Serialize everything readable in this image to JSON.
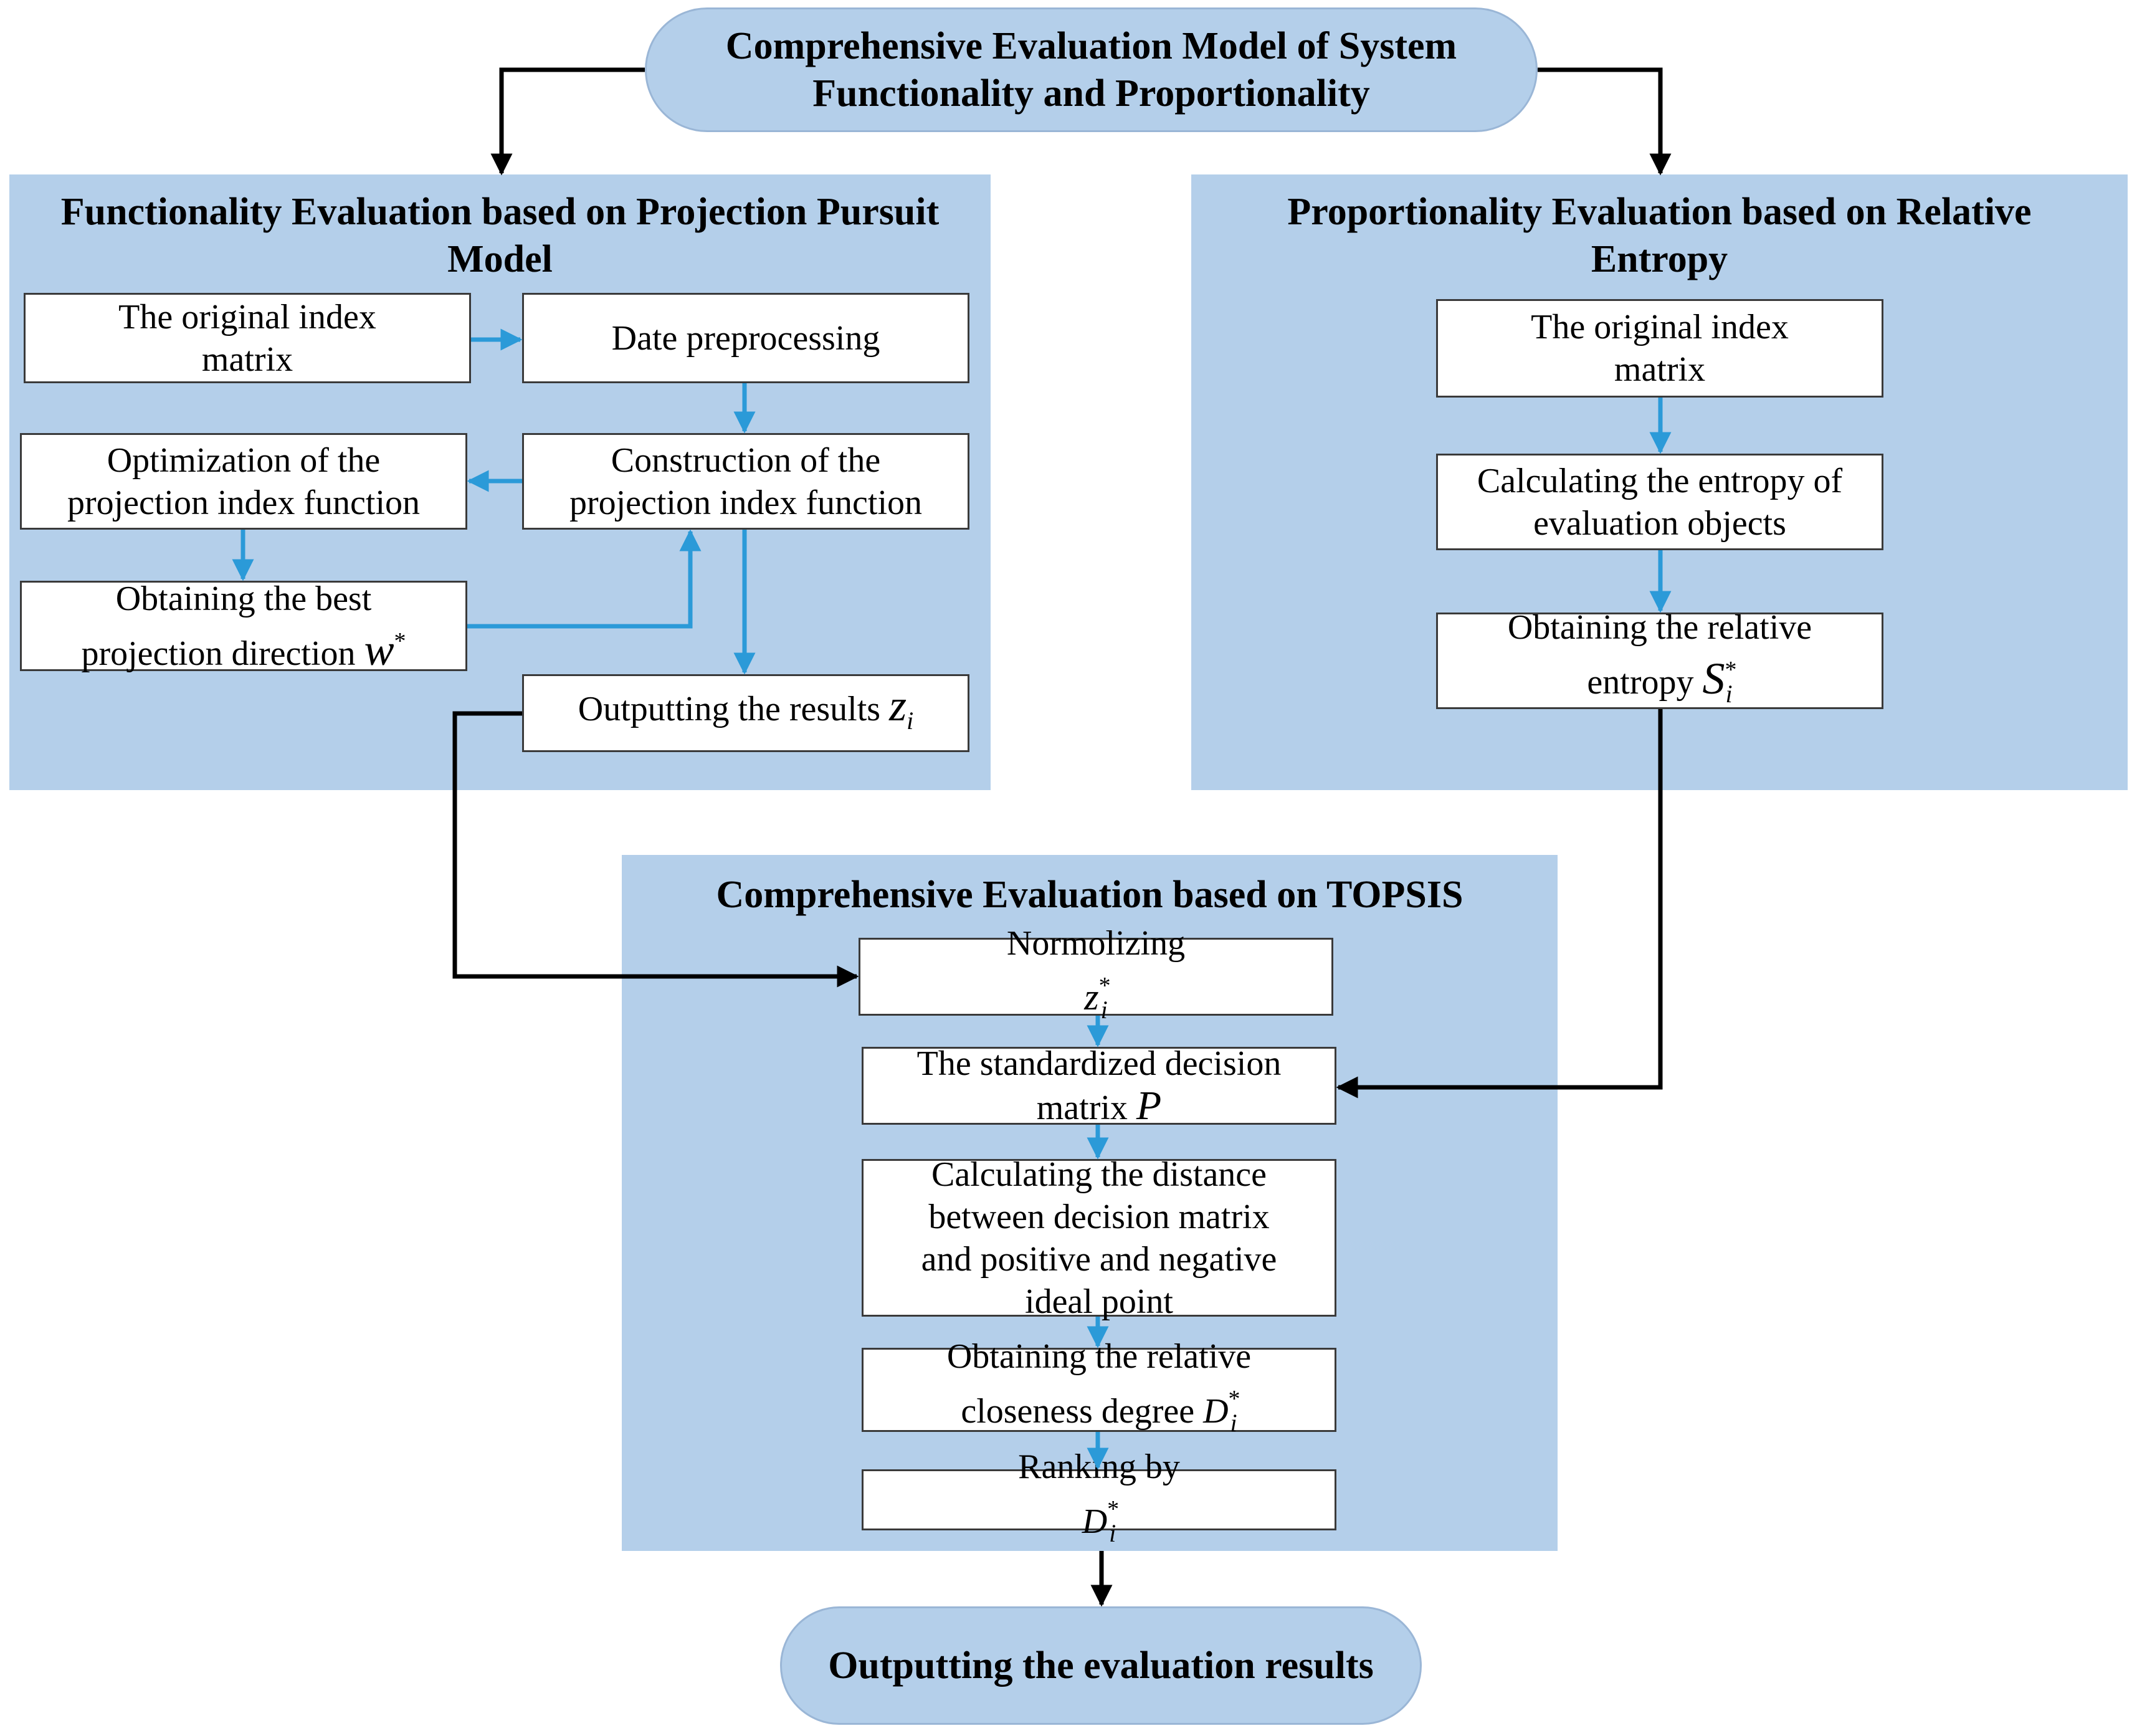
{
  "header": {
    "line1": "Comprehensive Evaluation Model of System",
    "line2": "Functionality and Proportionality"
  },
  "left_panel": {
    "title_line1": "Functionality Evaluation based on Projection Pursuit",
    "title_line2": "Model",
    "boxes": {
      "original_matrix": {
        "line1": "The original index",
        "line2": "matrix"
      },
      "preprocessing": {
        "line1": "Date preprocessing"
      },
      "construction": {
        "line1": "Construction of the",
        "line2": "projection index function"
      },
      "optimization": {
        "line1": "Optimization of the",
        "line2": "projection index function"
      },
      "best_direction": {
        "line1": "Obtaining the best",
        "line2": "projection direction",
        "symbol": "w",
        "sup": "*"
      },
      "output_results": {
        "line1": "Outputting the results",
        "symbol": "z",
        "sub": "i"
      }
    }
  },
  "right_panel": {
    "title_line1": "Proportionality Evaluation based on Relative",
    "title_line2": "Entropy",
    "boxes": {
      "original_matrix": {
        "line1": "The original index",
        "line2": "matrix"
      },
      "entropy": {
        "line1": "Calculating the entropy of",
        "line2": "evaluation objects"
      },
      "relative_entropy": {
        "line1": "Obtaining the relative",
        "line2": "entropy",
        "symbol": "S",
        "sub": "i",
        "sup": "*"
      }
    }
  },
  "bottom_panel": {
    "title": "Comprehensive Evaluation based on TOPSIS",
    "boxes": {
      "normalizing": {
        "line1": "Normolizing",
        "symbol": "z",
        "sub": "i",
        "sup": "*"
      },
      "decision_matrix": {
        "line1": "The standardized decision",
        "line2": "matrix",
        "symbol": "P"
      },
      "distance": {
        "line1": "Calculating the distance",
        "line2": "between decision matrix",
        "line3": "and positive and negative",
        "line4": "ideal point"
      },
      "closeness": {
        "line1": "Obtaining the relative",
        "line2": "closeness degree",
        "symbol": "D",
        "sub": "i",
        "sup": "*"
      },
      "ranking": {
        "line1": "Ranking by",
        "symbol": "D",
        "sub": "i",
        "sup": "*"
      }
    }
  },
  "footer": {
    "label": "Outputting the evaluation results"
  },
  "colors": {
    "panel": "#b4cfea",
    "arrow_blue": "#2b9ad8",
    "arrow_black": "#000000",
    "box_border": "#3a3a3a"
  }
}
